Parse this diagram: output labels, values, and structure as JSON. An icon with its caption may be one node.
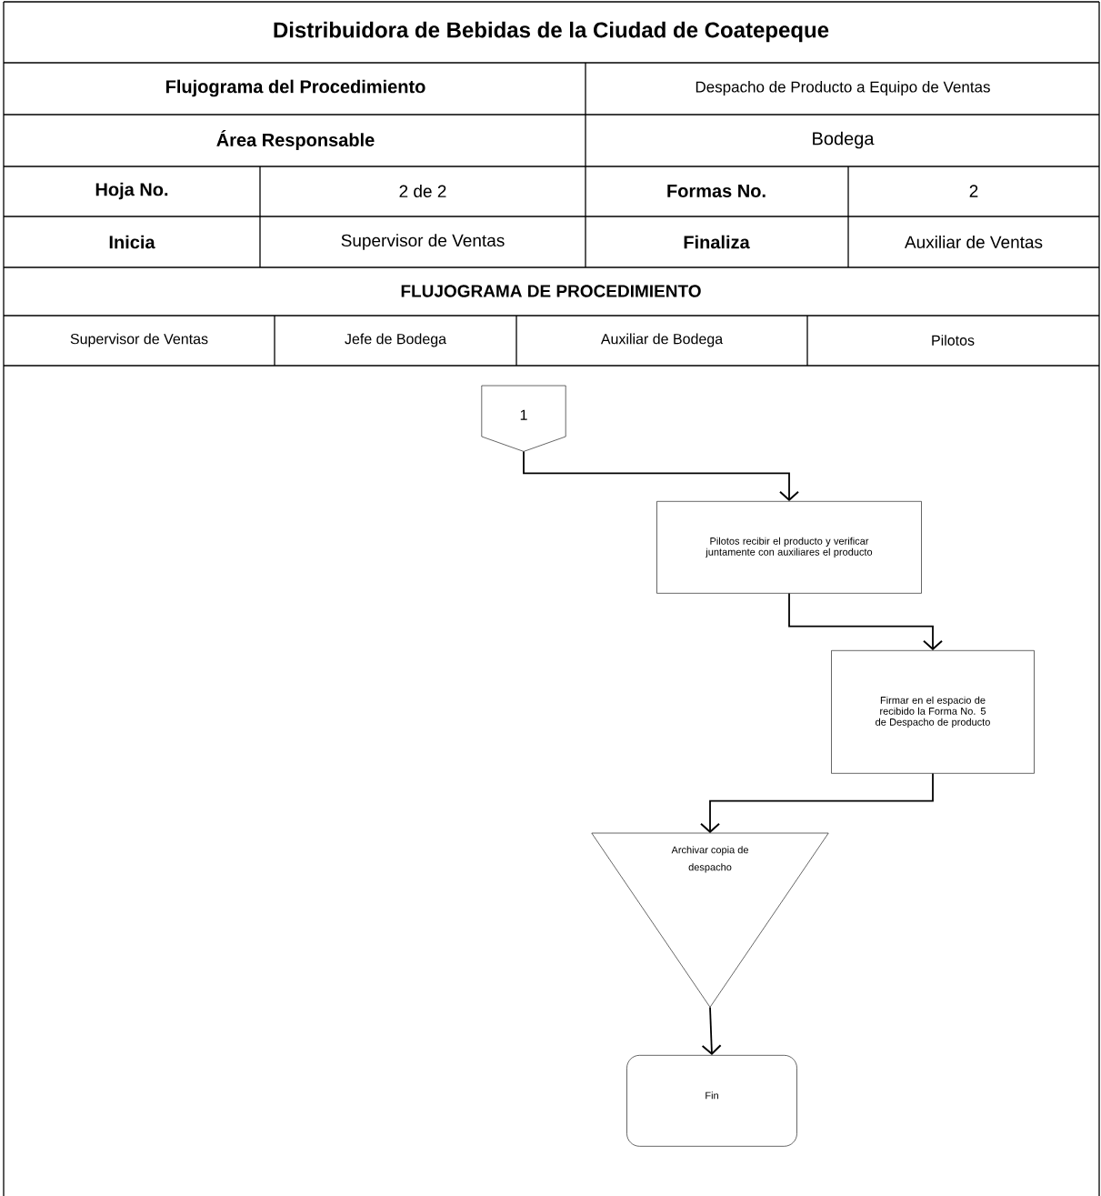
{
  "diagram": {
    "title": "Distribuidora de Bebidas de la Ciudad de Coatepeque",
    "nodes": [
      {
        "text": [
          "1"
        ]
      },
      {
        "text": [
          "Pilotos recibir el producto y verificar juntamente con auxiliares el producto"
        ]
      },
      {
        "text": [
          "Firmar en el espacio de recibido la Forma No. 5 de Despacho de producto"
        ]
      },
      {
        "text": [
          "Archivar copia de despacho"
        ]
      },
      {
        "text": [
          "Fin"
        ]
      }
    ],
    "edges": [
      {
        "from": 0,
        "to": 1,
        "arrow": "to"
      },
      {
        "from": 1,
        "to": 2,
        "arrow": "to"
      },
      {
        "from": 2,
        "to": 3,
        "arrow": "to"
      },
      {
        "from": 3,
        "to": 4,
        "arrow": "to"
      }
    ],
    "labels": [
      "Flujograma del Procedimiento",
      "Despacho de Producto a Equipo de Ventas",
      "Área Responsable",
      "Bodega",
      "Hoja No.",
      "2 de 2",
      "Formas No.",
      "2",
      "Inicia",
      "Supervisor de Ventas",
      "Finaliza",
      "Auxiliar de Ventas",
      "FLUJOGRAMA DE PROCEDIMIENTO",
      "Supervisor de Ventas",
      "Jefe de Bodega",
      "Auxiliar de Bodega",
      "Pilotos"
    ]
  }
}
